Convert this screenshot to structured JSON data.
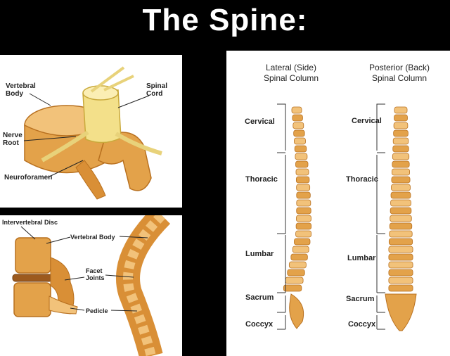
{
  "title": "The Spine:",
  "panel_top_left": {
    "labels": {
      "vertebral_body_1": "Vertebral",
      "vertebral_body_2": "Body",
      "spinal_cord_1": "Spinal",
      "spinal_cord_2": "Cord",
      "nerve_root_1": "Nerve",
      "nerve_root_2": "Root",
      "neuroforamen": "Neuroforamen"
    }
  },
  "panel_bottom_left": {
    "labels": {
      "intervertebral_disc": "Intervertebral Disc",
      "vertebral_body": "Vertebral Body",
      "facet_joints_1": "Facet",
      "facet_joints_2": "Joints",
      "pedicle": "Pedicle"
    }
  },
  "panel_right": {
    "lateral_heading_1": "Lateral (Side)",
    "lateral_heading_2": "Spinal Column",
    "posterior_heading_1": "Posterior (Back)",
    "posterior_heading_2": "Spinal Column",
    "lateral_regions": [
      "Cervical",
      "Thoracic",
      "Lumbar",
      "Sacrum",
      "Coccyx"
    ],
    "posterior_regions": [
      "Cervical",
      "Thoracic",
      "Lumbar",
      "Sacrum",
      "Coccyx"
    ]
  },
  "colors": {
    "bone": "#e3a24a",
    "bone_dark": "#b8701f",
    "bone_light": "#f2c27a",
    "nerve": "#f3e08a"
  }
}
